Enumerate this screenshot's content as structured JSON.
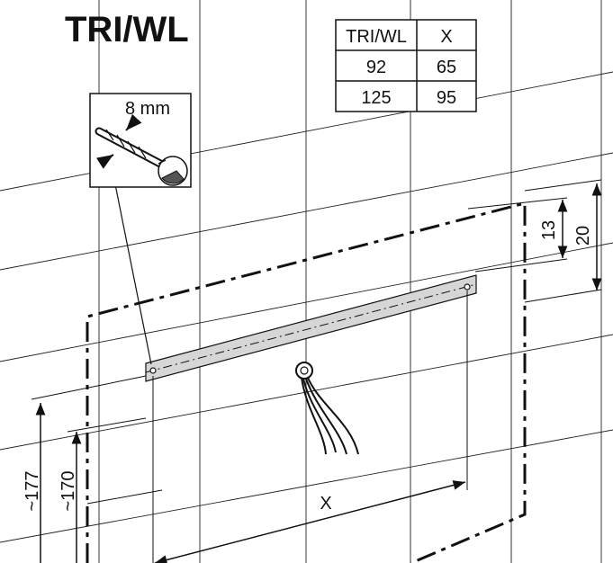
{
  "title": "TRI/WL",
  "spec_table": {
    "headers": [
      "TRI/WL",
      "X"
    ],
    "rows": [
      [
        "92",
        "65"
      ],
      [
        "125",
        "95"
      ]
    ]
  },
  "drill_callout": {
    "label": "8 mm",
    "icon": "drill-bit-icon"
  },
  "dimensions": {
    "width_label": "X",
    "offset_small": "13",
    "offset_large": "20",
    "height_a": "~177",
    "height_b": "~170"
  },
  "colors": {
    "bracket_fill": "#d6d6d6",
    "line": "#111111"
  }
}
